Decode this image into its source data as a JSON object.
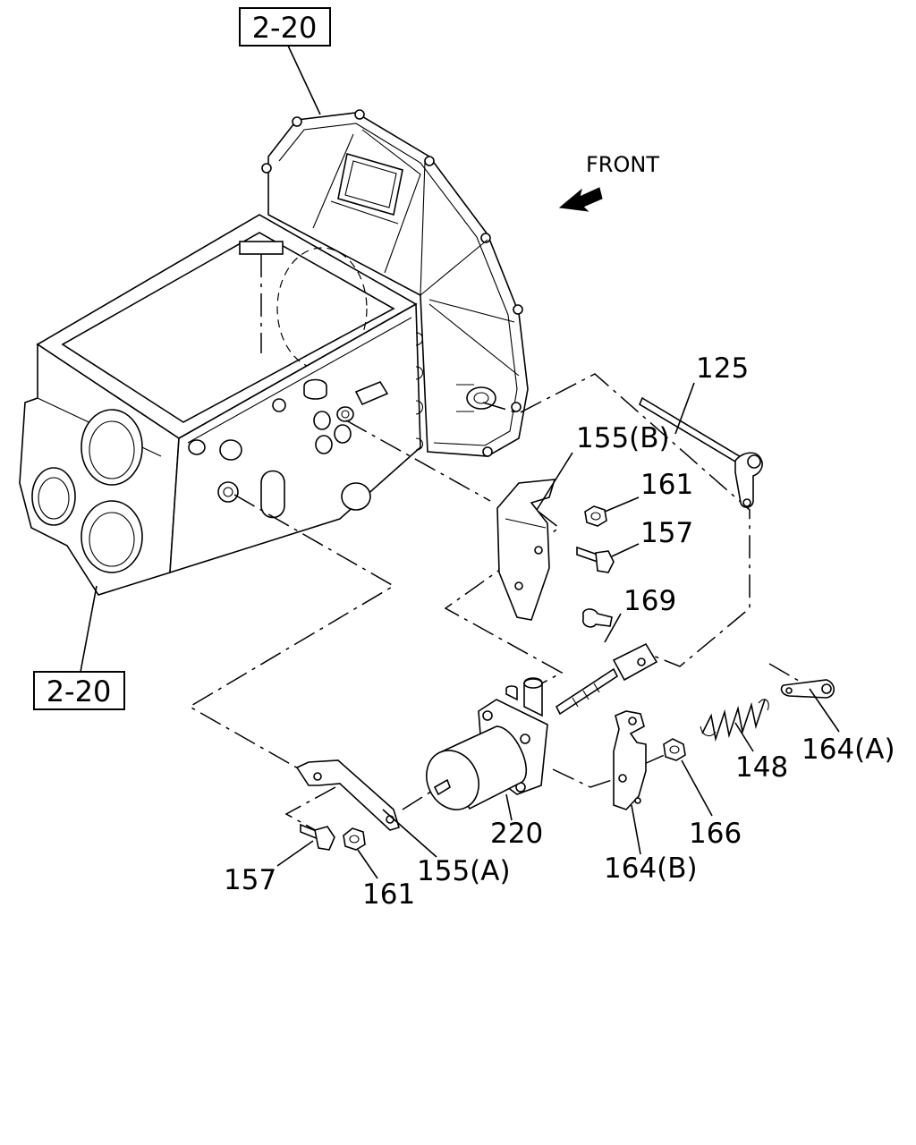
{
  "diagram": {
    "front_label": "FRONT",
    "references": {
      "top": "2-20",
      "bottom": "2-20"
    },
    "callouts": {
      "p125": "125",
      "p155b": "155(B)",
      "p161_upper": "161",
      "p157_upper": "157",
      "p169": "169",
      "p164a": "164(A)",
      "p148": "148",
      "p166": "166",
      "p164b": "164(B)",
      "p220": "220",
      "p155a": "155(A)",
      "p161_lower": "161",
      "p157_lower": "157"
    },
    "icons": [
      "front-arrow-icon"
    ]
  }
}
